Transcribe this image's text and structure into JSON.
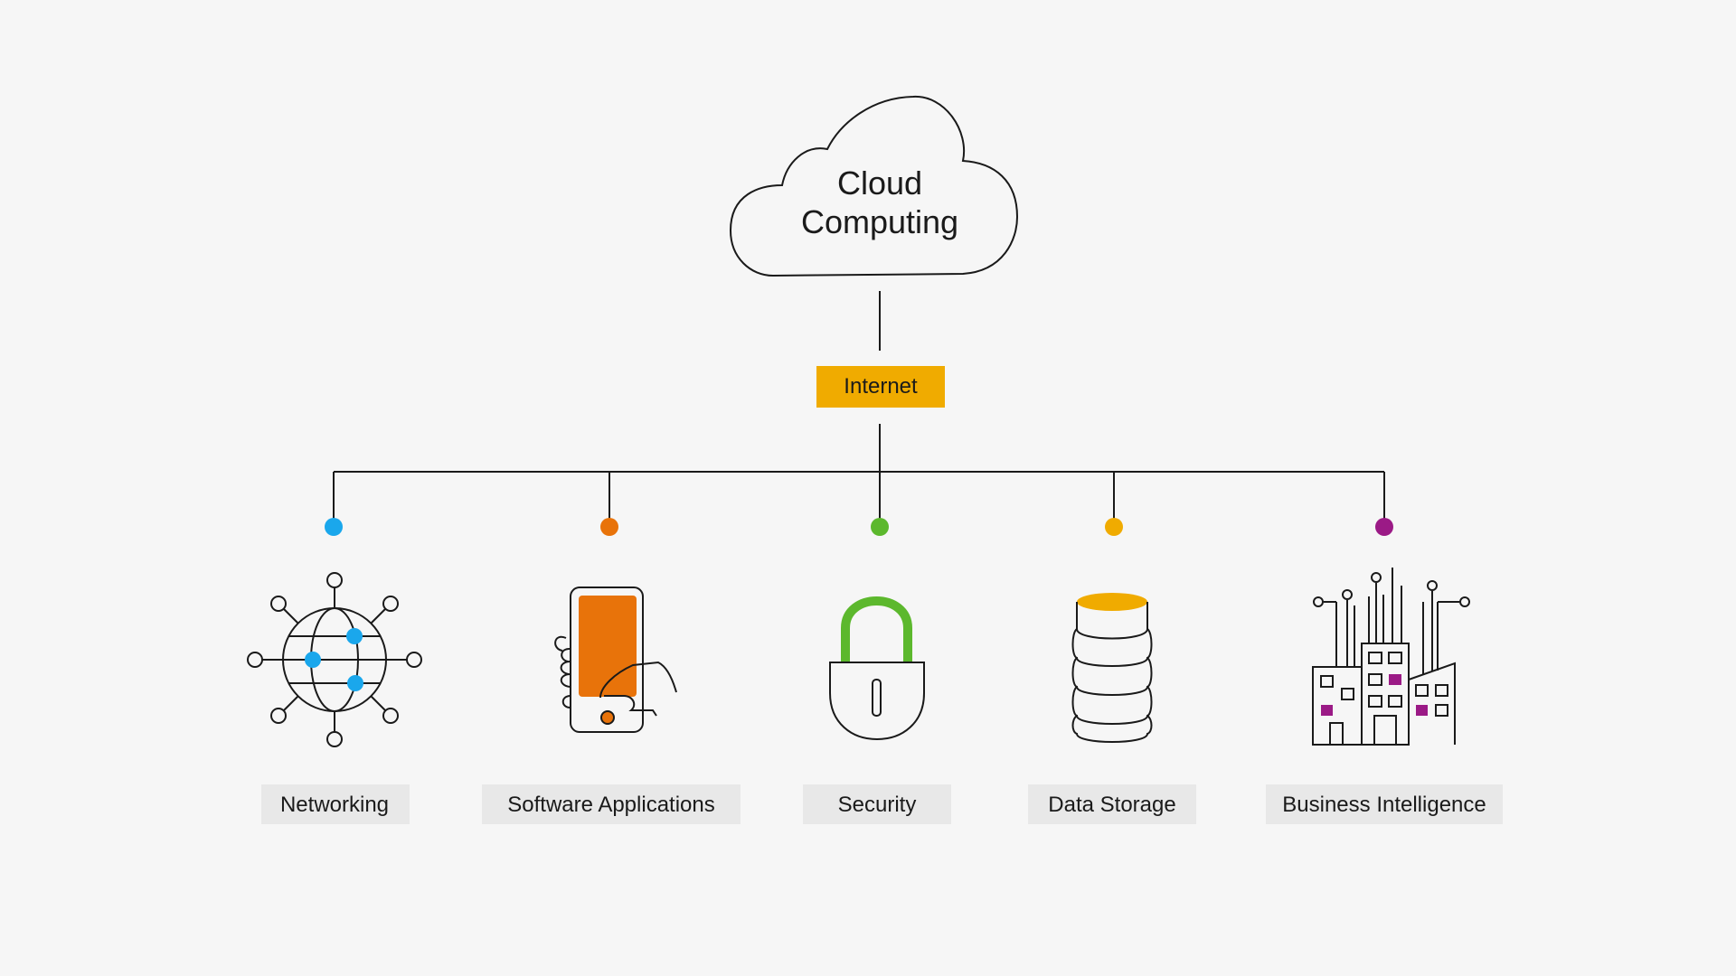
{
  "diagram": {
    "cloud": {
      "line1": "Cloud",
      "line2": "Computing"
    },
    "hub": {
      "label": "Internet",
      "color": "#f0ab00"
    },
    "categories": [
      {
        "label": "Networking",
        "icon": "globe-network-icon",
        "color": "#1aa7ec"
      },
      {
        "label": "Software Applications",
        "icon": "smartphone-hand-icon",
        "color": "#e8730a"
      },
      {
        "label": "Security",
        "icon": "padlock-icon",
        "color": "#5cb82d"
      },
      {
        "label": "Data Storage",
        "icon": "database-icon",
        "color": "#f0ab00"
      },
      {
        "label": "Business Intelligence",
        "icon": "city-circuit-icon",
        "color": "#9b1a86"
      }
    ],
    "colors": {
      "line": "#1a1a1a",
      "label_bg": "#e8e8e8",
      "background": "#f6f6f6"
    }
  }
}
